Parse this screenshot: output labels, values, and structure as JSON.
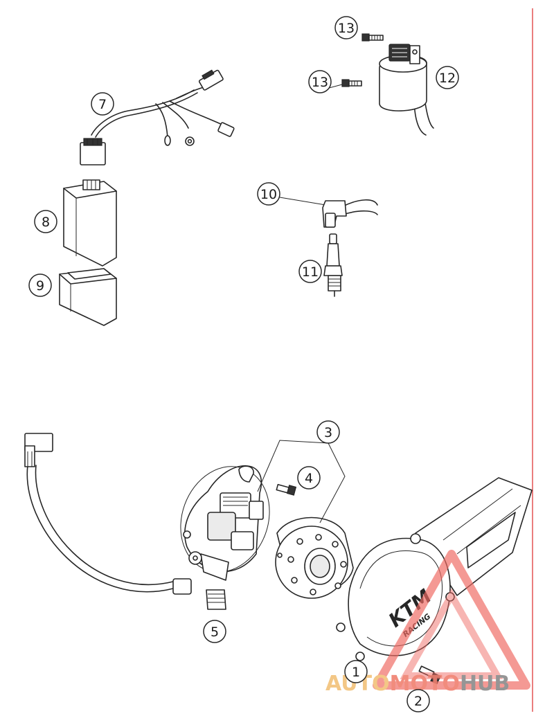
{
  "callouts": [
    {
      "id": "c1",
      "label": "1"
    },
    {
      "id": "c2",
      "label": "2"
    },
    {
      "id": "c3",
      "label": "3"
    },
    {
      "id": "c4",
      "label": "4"
    },
    {
      "id": "c5",
      "label": "5"
    },
    {
      "id": "c7",
      "label": "7"
    },
    {
      "id": "c8",
      "label": "8"
    },
    {
      "id": "c9",
      "label": "9"
    },
    {
      "id": "c10",
      "label": "10"
    },
    {
      "id": "c11",
      "label": "11"
    },
    {
      "id": "c12",
      "label": "12"
    },
    {
      "id": "c13a",
      "label": "13"
    },
    {
      "id": "c13b",
      "label": "13"
    }
  ],
  "cover_brand": {
    "logo": "KTM",
    "subtitle": "RACING"
  },
  "watermark": {
    "part1": "AUTO",
    "part2": "MOTO",
    "part3": "HUB",
    "colors": {
      "part1": "#f2c27a",
      "part2": "#f08070",
      "part3": "#8a8a8a",
      "triangle": "#ef6a62"
    }
  },
  "colors": {
    "margin_line": "#e04848",
    "ink": "#262626"
  }
}
